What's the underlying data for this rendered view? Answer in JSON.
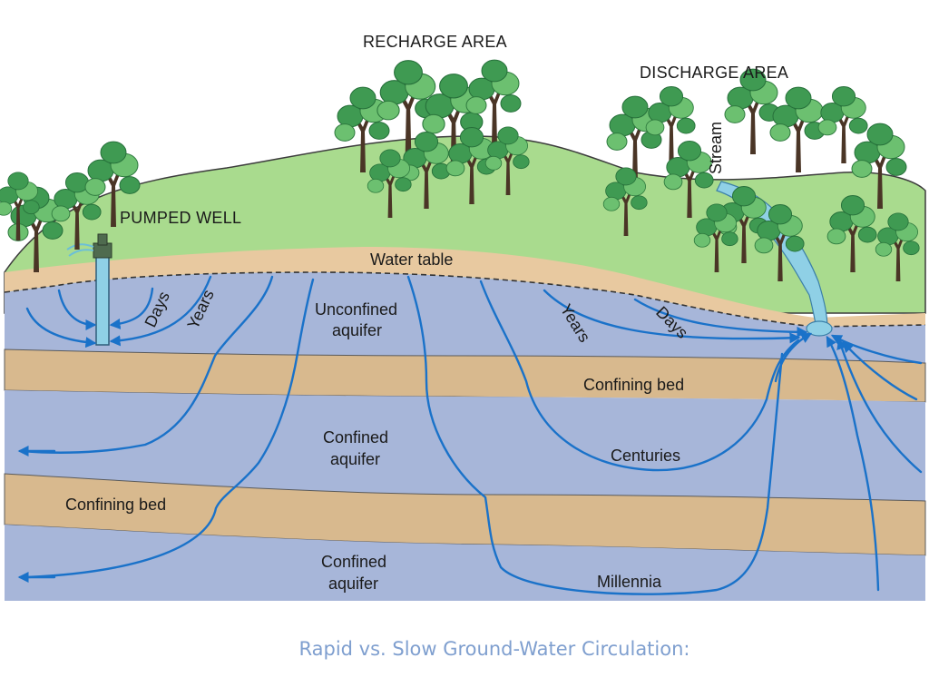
{
  "caption": "Rapid vs. Slow Ground-Water Circulation:",
  "labels": {
    "recharge_area": "RECHARGE AREA",
    "discharge_area": "DISCHARGE AREA",
    "pumped_well": "PUMPED WELL",
    "stream": "Stream",
    "water_table": "Water table",
    "days_left": "Days",
    "years_left": "Years",
    "unconfined_aquifer_line1": "Unconfined",
    "unconfined_aquifer_line2": "aquifer",
    "years_right": "Years",
    "days_right": "Days",
    "confining_bed_upper": "Confining bed",
    "confined_aquifer_upper_line1": "Confined",
    "confined_aquifer_upper_line2": "aquifer",
    "centuries": "Centuries",
    "confining_bed_lower": "Confining bed",
    "confined_aquifer_lower_line1": "Confined",
    "confined_aquifer_lower_line2": "aquifer",
    "millennia": "Millennia"
  },
  "colors": {
    "land": "#a9db8e",
    "unsaturated_zone": "#e8c9a0",
    "aquifer": "#a7b6d9",
    "confining_bed": "#d8b98e",
    "flow_line": "#1a72c9",
    "stream": "#8fd0e6",
    "caption": "#7f9fcf"
  }
}
